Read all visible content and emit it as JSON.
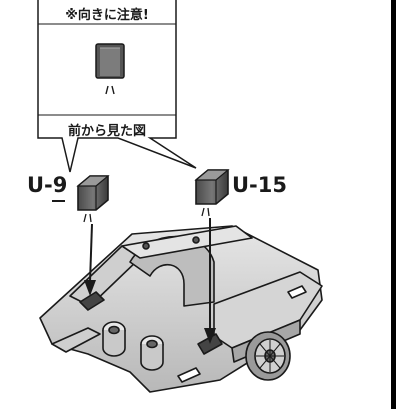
{
  "callout": {
    "title": "※向きに注意!",
    "caption": "前から見た図"
  },
  "parts": {
    "left_label": "U-9",
    "right_label": "U-15"
  },
  "colors": {
    "line": "#1a1a1a",
    "chassis_light": "#d9d9d9",
    "chassis_mid": "#a9a9a9",
    "chassis_dark": "#6e6e6e",
    "divider": "#000000"
  }
}
